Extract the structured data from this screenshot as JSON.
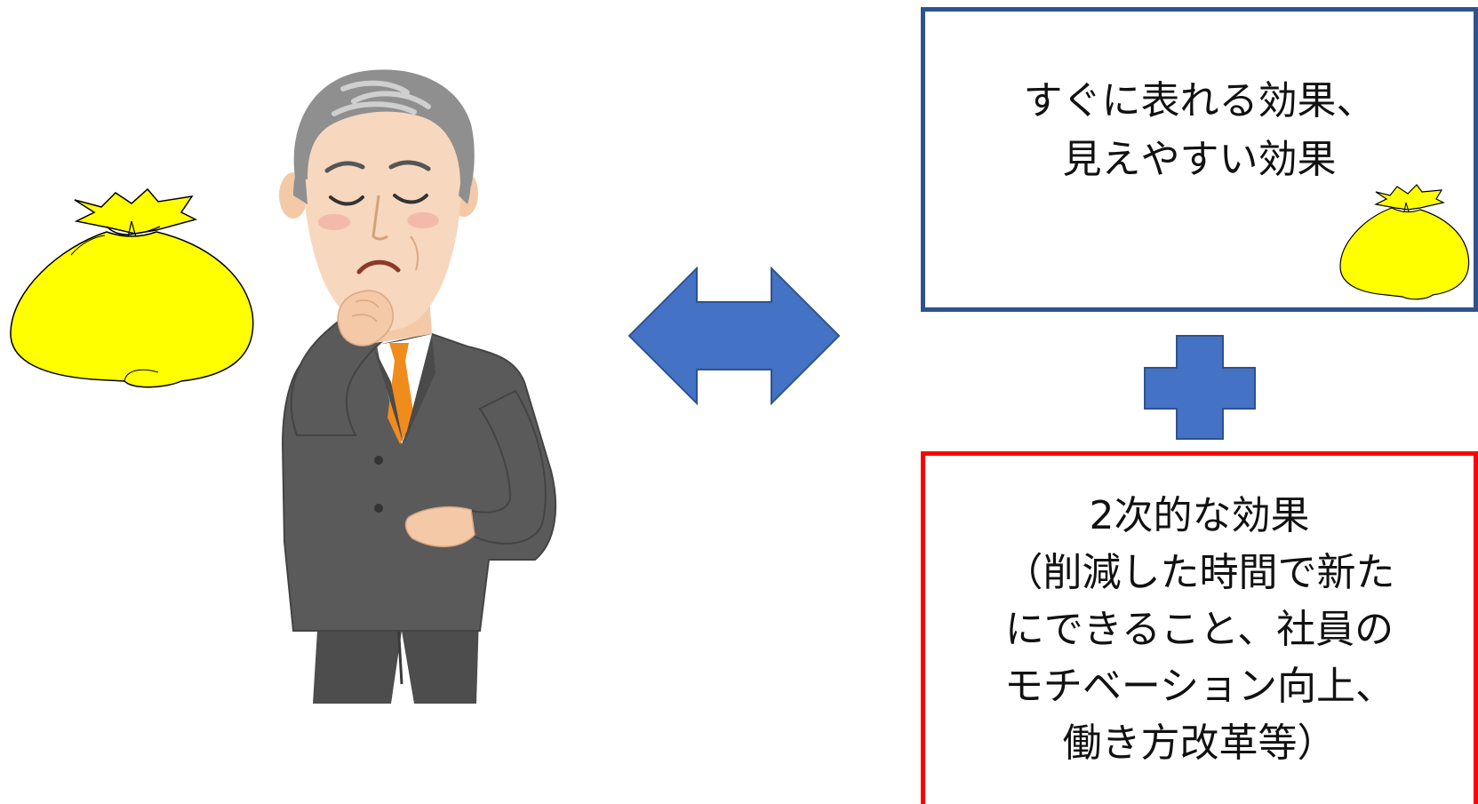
{
  "colors": {
    "arrow_fill": "#4472c4",
    "arrow_stroke": "#2f528f",
    "box_top_border": "#2f528f",
    "box_bottom_border": "#ff0000",
    "bag_fill": "#ffff00"
  },
  "icons": {
    "person": "businessman-thinking-icon",
    "money_bag": "money-bag-icon",
    "double_arrow": "double-headed-arrow-icon",
    "plus": "plus-icon"
  },
  "boxes": {
    "immediate_effect": {
      "lines": [
        "すぐに表れる効果、",
        "見えやすい効果"
      ]
    },
    "secondary_effect": {
      "lines": [
        "2次的な効果",
        "（削減した時間で新た",
        "にできること、社員の",
        "モチベーション向上、",
        "働き方改革等）"
      ]
    }
  }
}
